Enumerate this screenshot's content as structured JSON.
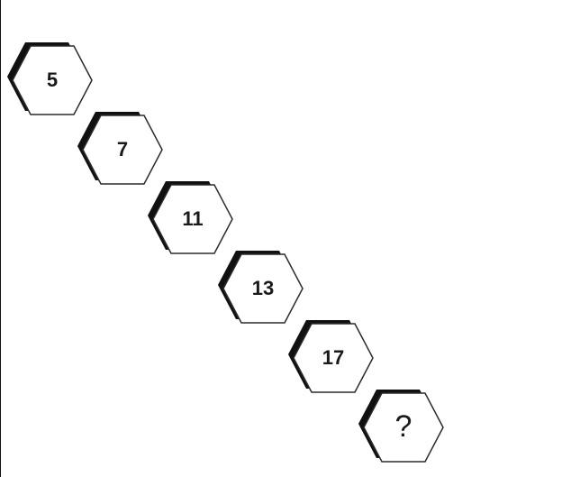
{
  "sequence": {
    "items": [
      {
        "label": "5"
      },
      {
        "label": "7"
      },
      {
        "label": "11"
      },
      {
        "label": "13"
      },
      {
        "label": "17"
      },
      {
        "label": "?"
      }
    ]
  },
  "colors": {
    "hex_fill": "#ffffff",
    "hex_outline": "#2b2b2b",
    "hex_shadow": "#111111",
    "text": "#1a1a1a"
  }
}
